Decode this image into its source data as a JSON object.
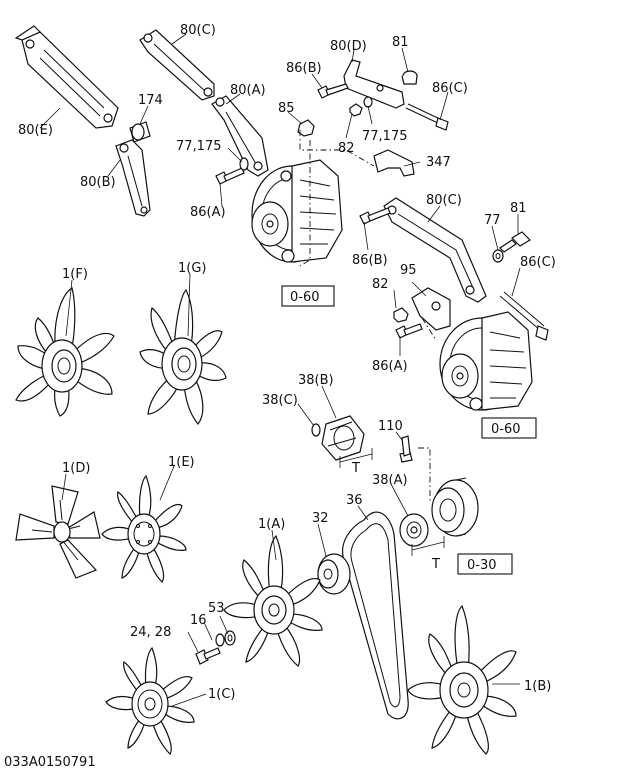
{
  "diagram_id": "033A0150791",
  "labels": {
    "l_80c_top": "80(C)",
    "l_80d": "80(D)",
    "l_81_top": "81",
    "l_86b_top": "86(B)",
    "l_86c_top": "86(C)",
    "l_80a": "80(A)",
    "l_174": "174",
    "l_85": "85",
    "l_80e": "80(E)",
    "l_77175_left": "77,175",
    "l_82_top": "82",
    "l_77175_right": "77,175",
    "l_347": "347",
    "l_80b": "80(B)",
    "l_86a_top": "86(A)",
    "l_80c_mid": "80(C)",
    "l_77_mid": "77",
    "l_81_mid": "81",
    "l_86b_mid": "86(B)",
    "l_86c_mid": "86(C)",
    "l_1f": "1(F)",
    "l_1g": "1(G)",
    "l_82_mid": "82",
    "l_95": "95",
    "l_86a_mid": "86(A)",
    "l_38b": "38(B)",
    "l_38c": "38(C)",
    "l_110": "110",
    "l_t1": "T",
    "l_38a": "38(A)",
    "l_1d": "1(D)",
    "l_1e": "1(E)",
    "l_36": "36",
    "l_1a": "1(A)",
    "l_32": "32",
    "l_t2": "T",
    "l_53": "53",
    "l_16": "16",
    "l_2428": "24, 28",
    "l_1b": "1(B)",
    "l_1c": "1(C)"
  },
  "ref_boxes": {
    "ref_060_a": "0-60",
    "ref_060_b": "0-60",
    "ref_030": "0-30"
  }
}
